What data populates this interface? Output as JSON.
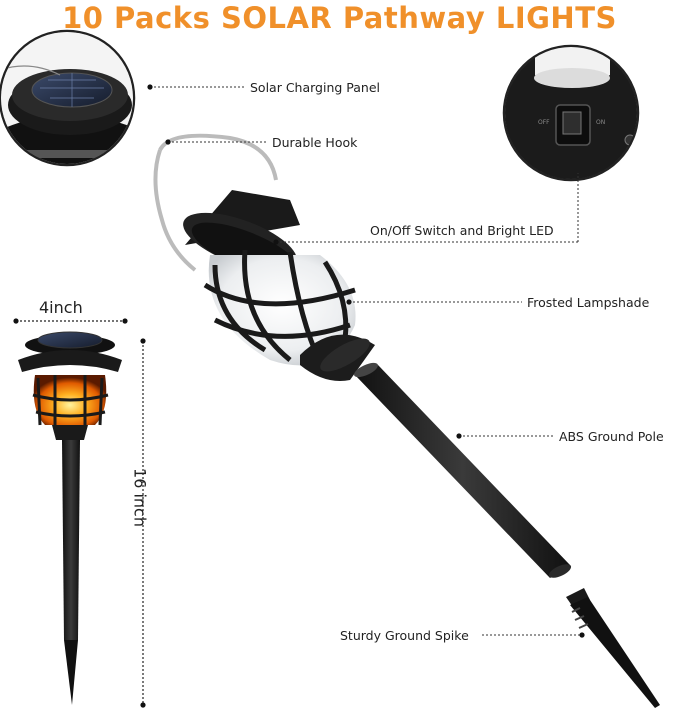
{
  "title": "10 Packs SOLAR Pathway LIGHTS",
  "callouts": {
    "solar_panel": "Solar Charging Panel",
    "hook": "Durable Hook",
    "switch_led": "On/Off Switch and Bright LED",
    "lampshade": "Frosted Lampshade",
    "pole": "ABS Ground Pole",
    "spike": "Sturdy Ground Spike"
  },
  "dimensions": {
    "width": "4inch",
    "height": "16 inch"
  },
  "switch_labels": {
    "off": "OFF",
    "on": "ON"
  }
}
